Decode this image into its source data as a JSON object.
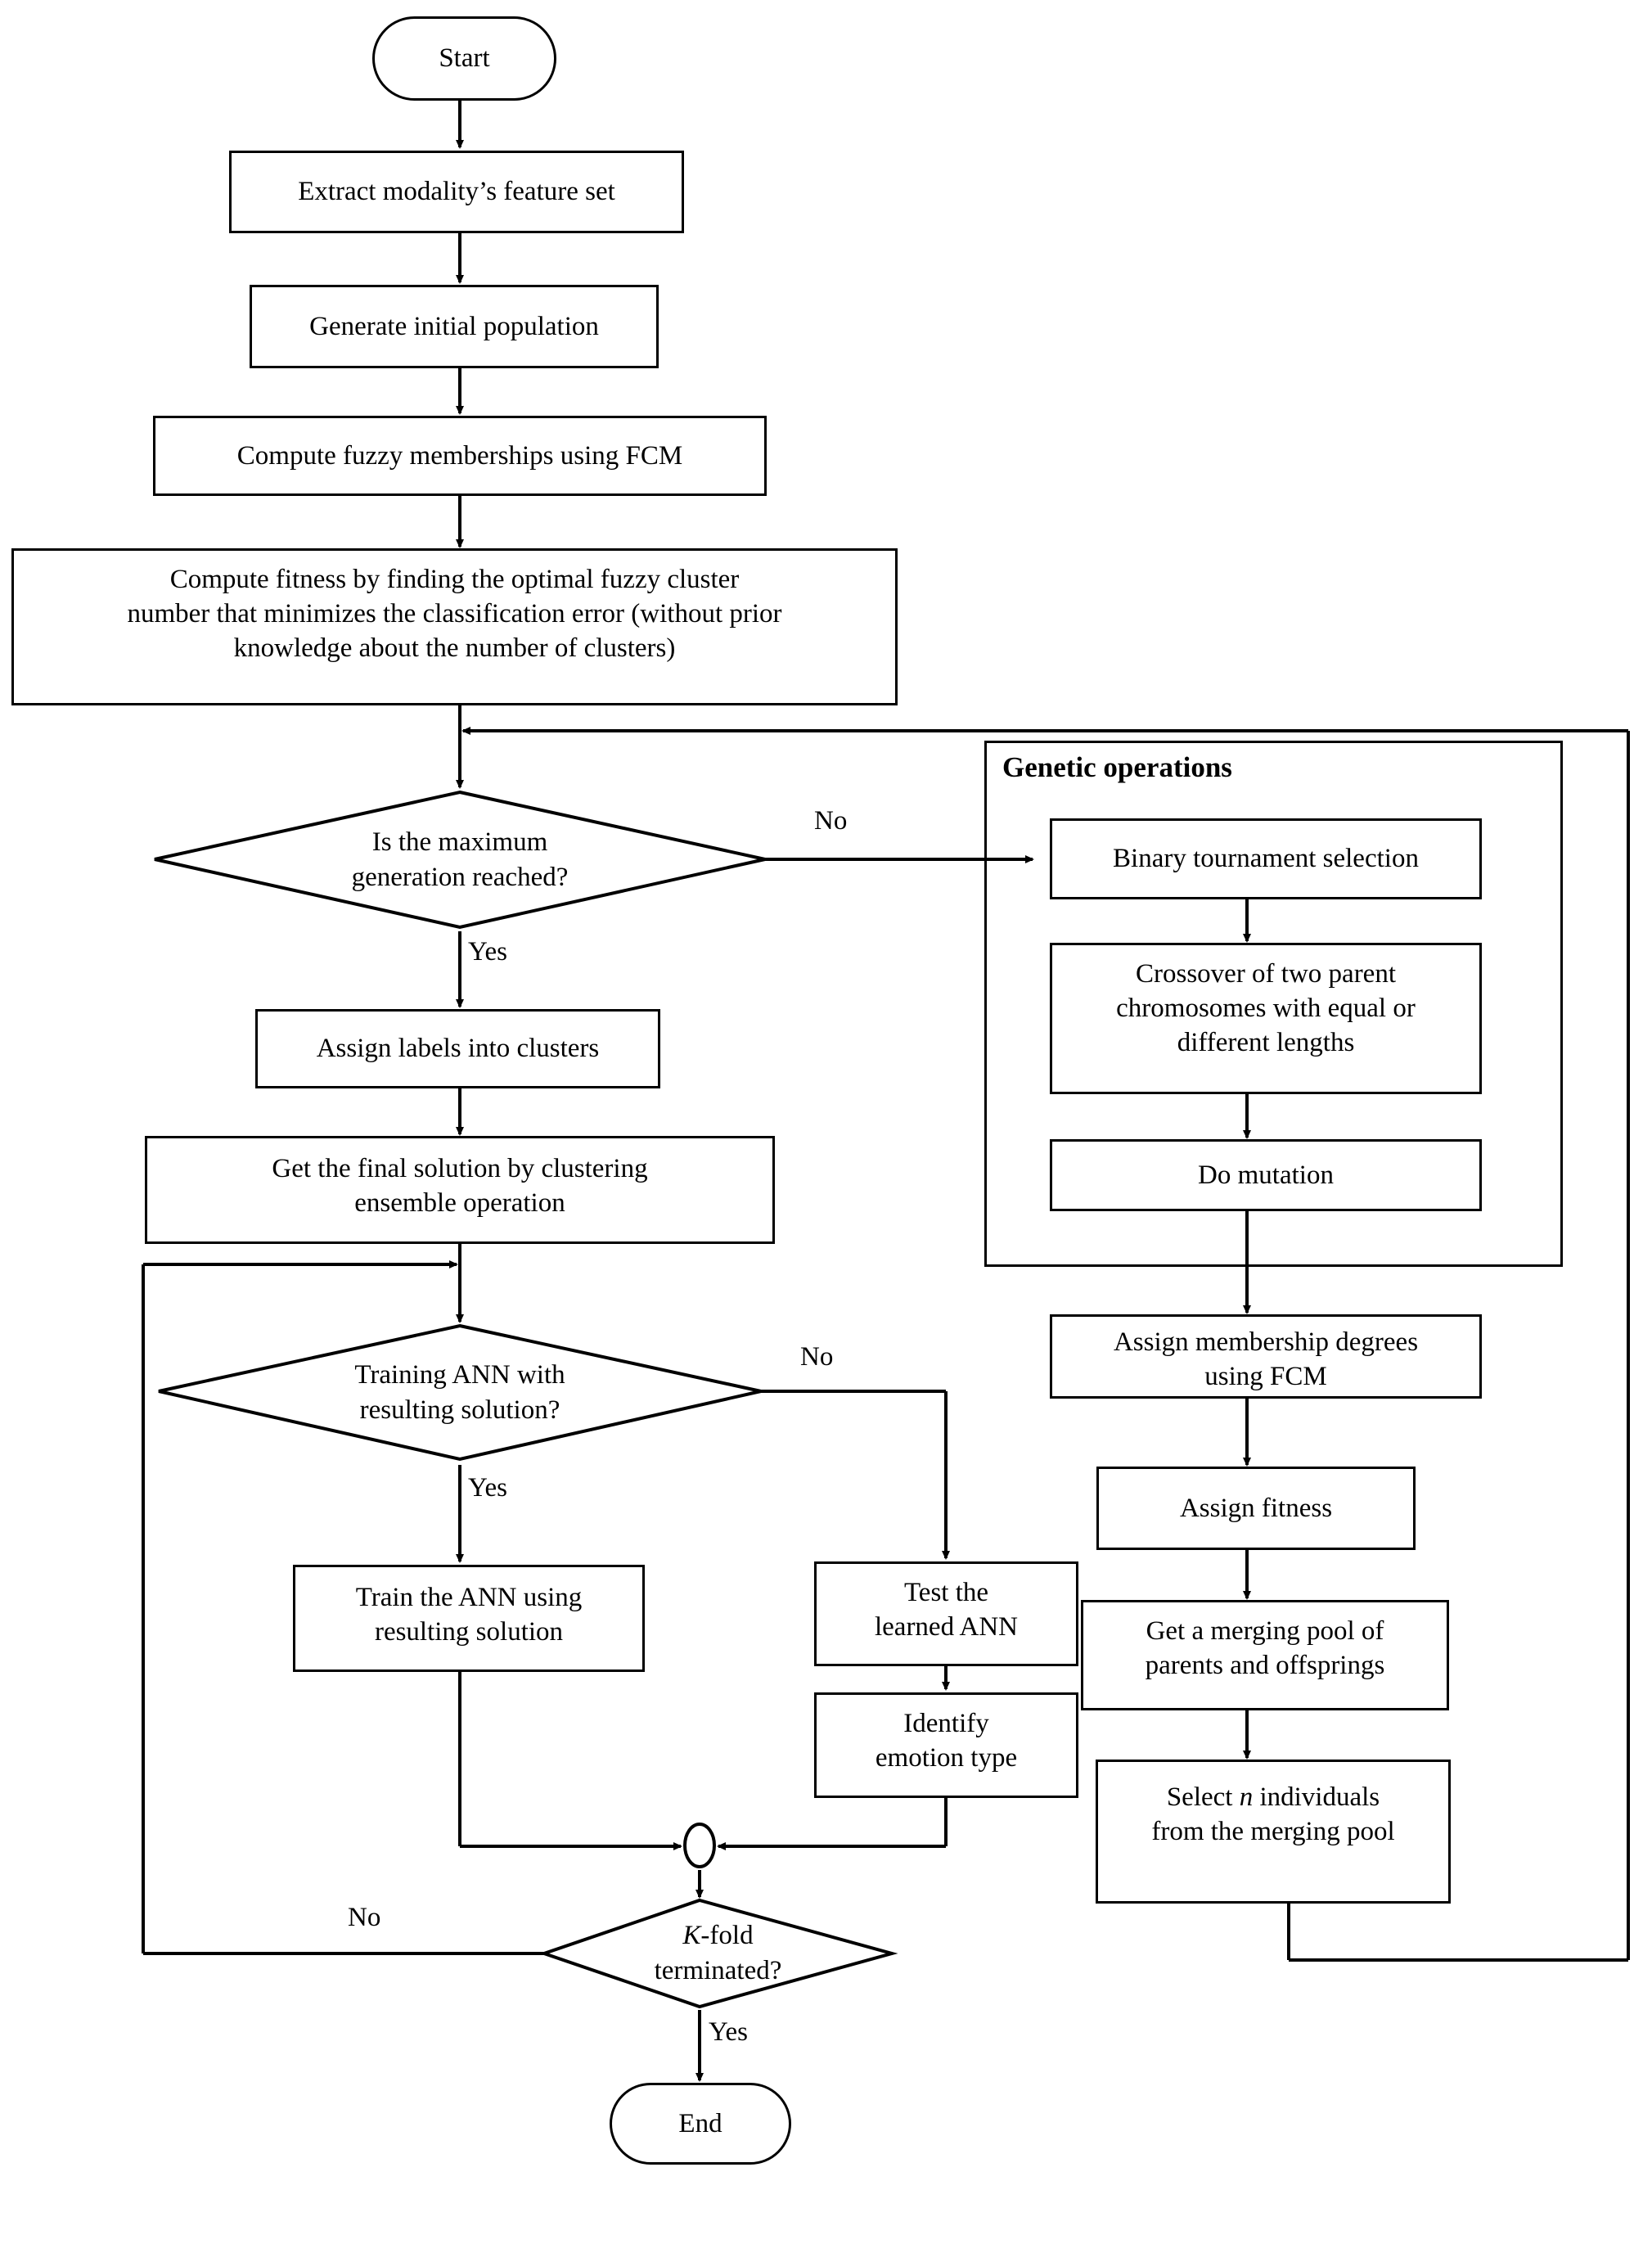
{
  "diagram": {
    "title": "Emotion recognition GA-FCM-ANN flowchart",
    "line_color": "#000000",
    "background": "#ffffff"
  },
  "nodes": {
    "start": {
      "label": "Start"
    },
    "extract": {
      "label": "Extract modality’s feature set"
    },
    "generate": {
      "label": "Generate initial population"
    },
    "fcm": {
      "label": "Compute fuzzy memberships using FCM"
    },
    "fitness": {
      "line1": "Compute fitness by finding the optimal fuzzy cluster",
      "line2": "number that minimizes the classification error (without prior",
      "line3": "knowledge about the number of clusters)"
    },
    "max_gen": {
      "line1": "Is the maximum",
      "line2": "generation reached?"
    },
    "assign_labels": {
      "label": "Assign labels into clusters"
    },
    "final_solution": {
      "line1": "Get the final solution by clustering",
      "line2": "ensemble operation"
    },
    "train_ann_q": {
      "line1": "Training ANN with",
      "line2": "resulting solution?"
    },
    "train_ann": {
      "line1": "Train the ANN using",
      "line2": "resulting solution"
    },
    "test_ann": {
      "line1": "Test the",
      "line2": "learned ANN"
    },
    "identify": {
      "line1": "Identify",
      "line2": "emotion type"
    },
    "kfold": {
      "line1_italic": "K",
      "line1_rest": "-fold",
      "line2": "terminated?"
    },
    "end": {
      "label": "End"
    },
    "genetic_group": {
      "title": "Genetic operations"
    },
    "binary_selection": {
      "label": "Binary tournament selection"
    },
    "crossover": {
      "line1": "Crossover of two parent",
      "line2": "chromosomes with equal or",
      "line3": "different lengths"
    },
    "mutation": {
      "label": "Do mutation"
    },
    "assign_membership": {
      "line1": "Assign membership degrees",
      "line2": "using FCM"
    },
    "assign_fitness": {
      "label": "Assign fitness"
    },
    "merging_pool": {
      "line1": "Get a merging pool of",
      "line2": "parents and offsprings"
    },
    "select_n": {
      "line1_pre": "Select ",
      "line1_italic": "n",
      "line1_post": " individuals",
      "line2": "from the merging pool"
    }
  },
  "edge_labels": {
    "max_gen_no": "No",
    "max_gen_yes": "Yes",
    "train_ann_no": "No",
    "train_ann_yes": "Yes",
    "kfold_no": "No",
    "kfold_yes": "Yes"
  }
}
